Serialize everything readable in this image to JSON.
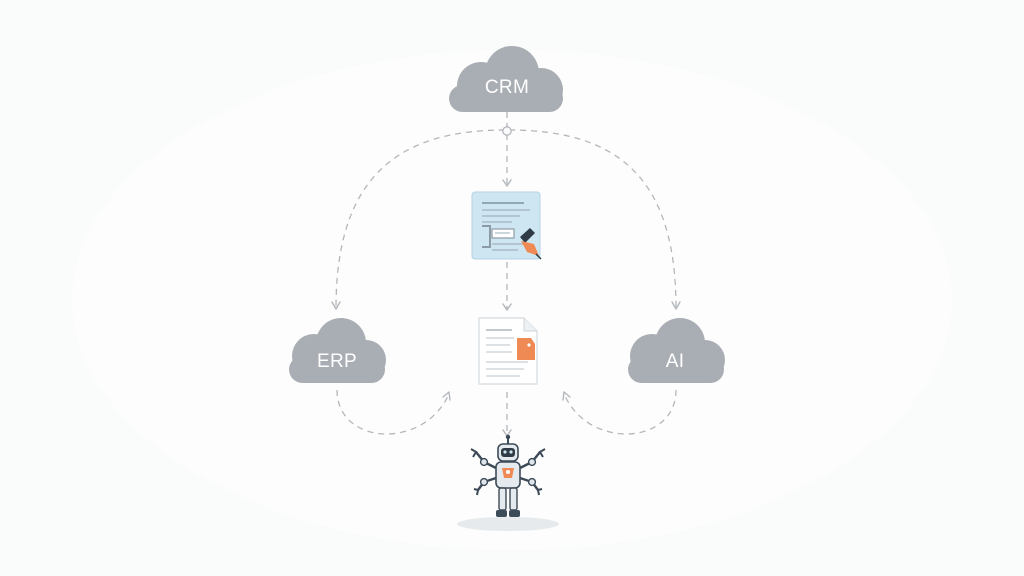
{
  "diagram": {
    "nodes": {
      "crm": {
        "label": "CRM",
        "icon": "cloud-icon"
      },
      "erp": {
        "label": "ERP",
        "icon": "cloud-icon"
      },
      "ai": {
        "label": "AI",
        "icon": "cloud-icon"
      },
      "form": {
        "icon": "form-document-icon"
      },
      "document": {
        "icon": "document-icon"
      },
      "robot": {
        "icon": "robot-icon"
      }
    },
    "edges": [
      {
        "from": "crm",
        "to": "form"
      },
      {
        "from": "crm",
        "to": "erp"
      },
      {
        "from": "crm",
        "to": "ai"
      },
      {
        "from": "form",
        "to": "document"
      },
      {
        "from": "document",
        "to": "robot"
      },
      {
        "from": "erp",
        "to": "document"
      },
      {
        "from": "ai",
        "to": "document"
      }
    ],
    "colors": {
      "cloud": "#a9aeb4",
      "edge": "#b3b7bc",
      "form_bg": "#cde6f2",
      "accent": "#f08a55",
      "robot_body": "#e4eaee",
      "robot_dark": "#3d4a57"
    }
  }
}
